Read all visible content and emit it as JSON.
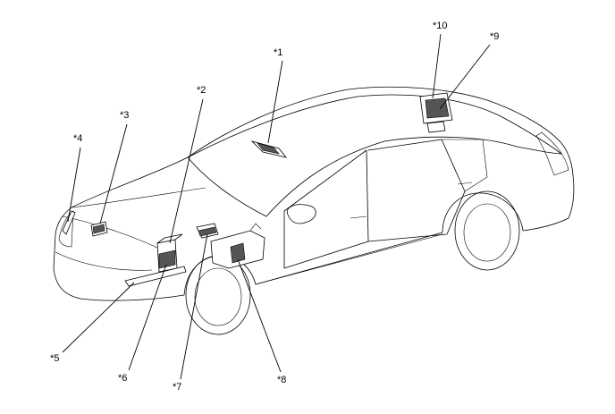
{
  "diagram": {
    "callouts": [
      "*1",
      "*2",
      "*3",
      "*4",
      "*5",
      "*6",
      "*7",
      "*8",
      "*9",
      "*10"
    ]
  }
}
